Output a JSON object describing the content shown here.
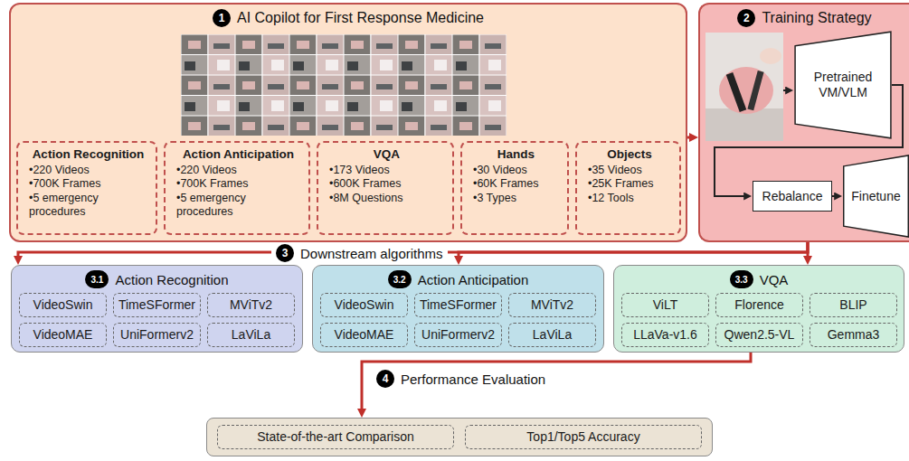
{
  "diagram": {
    "nodes": [
      {
        "text": [
          "1",
          "AI Copilot for First Response Medicine"
        ]
      },
      {
        "text": [
          "Action Recognition",
          "•220 Videos",
          "•700K Frames",
          "•5 emergency procedures"
        ],
        "in": 0
      },
      {
        "text": [
          "Action Anticipation",
          "•220 Videos",
          "•700K Frames",
          "•5 emergency procedures"
        ],
        "in": 0
      },
      {
        "text": [
          "VQA",
          "•173 Videos",
          "•600K Frames",
          "•8M Questions"
        ],
        "in": 0
      },
      {
        "text": [
          "Hands",
          "•30 Videos",
          "•60K Frames",
          "•3 Types"
        ],
        "in": 0
      },
      {
        "text": [
          "Objects",
          "•35 Videos",
          "•25K Frames",
          "•12 Tools"
        ],
        "in": 0
      },
      {
        "text": [
          "2",
          "Training Strategy"
        ]
      },
      {
        "text": [
          "Pretrained VM/VLM"
        ],
        "in": 6
      },
      {
        "text": [
          "Rebalance"
        ],
        "in": 6
      },
      {
        "text": [
          "Finetune"
        ],
        "in": 6
      },
      {
        "text": [
          "3.1",
          "Action Recognition"
        ]
      },
      {
        "text": [
          "VideoSwin"
        ],
        "in": 10
      },
      {
        "text": [
          "TimeSFormer"
        ],
        "in": 10
      },
      {
        "text": [
          "MViTv2"
        ],
        "in": 10
      },
      {
        "text": [
          "VideoMAE"
        ],
        "in": 10
      },
      {
        "text": [
          "UniFormerv2"
        ],
        "in": 10
      },
      {
        "text": [
          "LaViLa"
        ],
        "in": 10
      },
      {
        "text": [
          "3.2",
          "Action Anticipation"
        ]
      },
      {
        "text": [
          "VideoSwin"
        ],
        "in": 17
      },
      {
        "text": [
          "TimeSFormer"
        ],
        "in": 17
      },
      {
        "text": [
          "MViTv2"
        ],
        "in": 17
      },
      {
        "text": [
          "VideoMAE"
        ],
        "in": 17
      },
      {
        "text": [
          "UniFormerv2"
        ],
        "in": 17
      },
      {
        "text": [
          "LaViLa"
        ],
        "in": 17
      },
      {
        "text": [
          "3.3",
          "VQA"
        ]
      },
      {
        "text": [
          "ViLT"
        ],
        "in": 24
      },
      {
        "text": [
          "Florence"
        ],
        "in": 24
      },
      {
        "text": [
          "BLIP"
        ],
        "in": 24
      },
      {
        "text": [
          "LLaVa-v1.6"
        ],
        "in": 24
      },
      {
        "text": [
          "Qwen2.5-VL"
        ],
        "in": 24
      },
      {
        "text": [
          "Gemma3"
        ],
        "in": 24
      },
      {
        "text": [
          "4",
          "Performance Evaluation"
        ]
      },
      {
        "text": [
          "State-of-the-art Comparison"
        ],
        "in": 31
      },
      {
        "text": [
          "Top1/Top5 Accuracy"
        ],
        "in": 31
      }
    ],
    "edges": [
      {
        "from": 0,
        "to": 6,
        "arrow": "to"
      },
      {
        "from": 7,
        "to": 8,
        "arrow": "to"
      },
      {
        "from": 8,
        "to": 9,
        "arrow": "to"
      },
      {
        "from": 6,
        "to": 10,
        "arrow": "to"
      },
      {
        "from": 6,
        "to": 17,
        "arrow": "to"
      },
      {
        "from": 6,
        "to": 24,
        "arrow": "to"
      },
      {
        "from": 24,
        "to": 31,
        "arrow": "to"
      }
    ],
    "labels": [
      "3",
      "Downstream algorithms"
    ]
  }
}
